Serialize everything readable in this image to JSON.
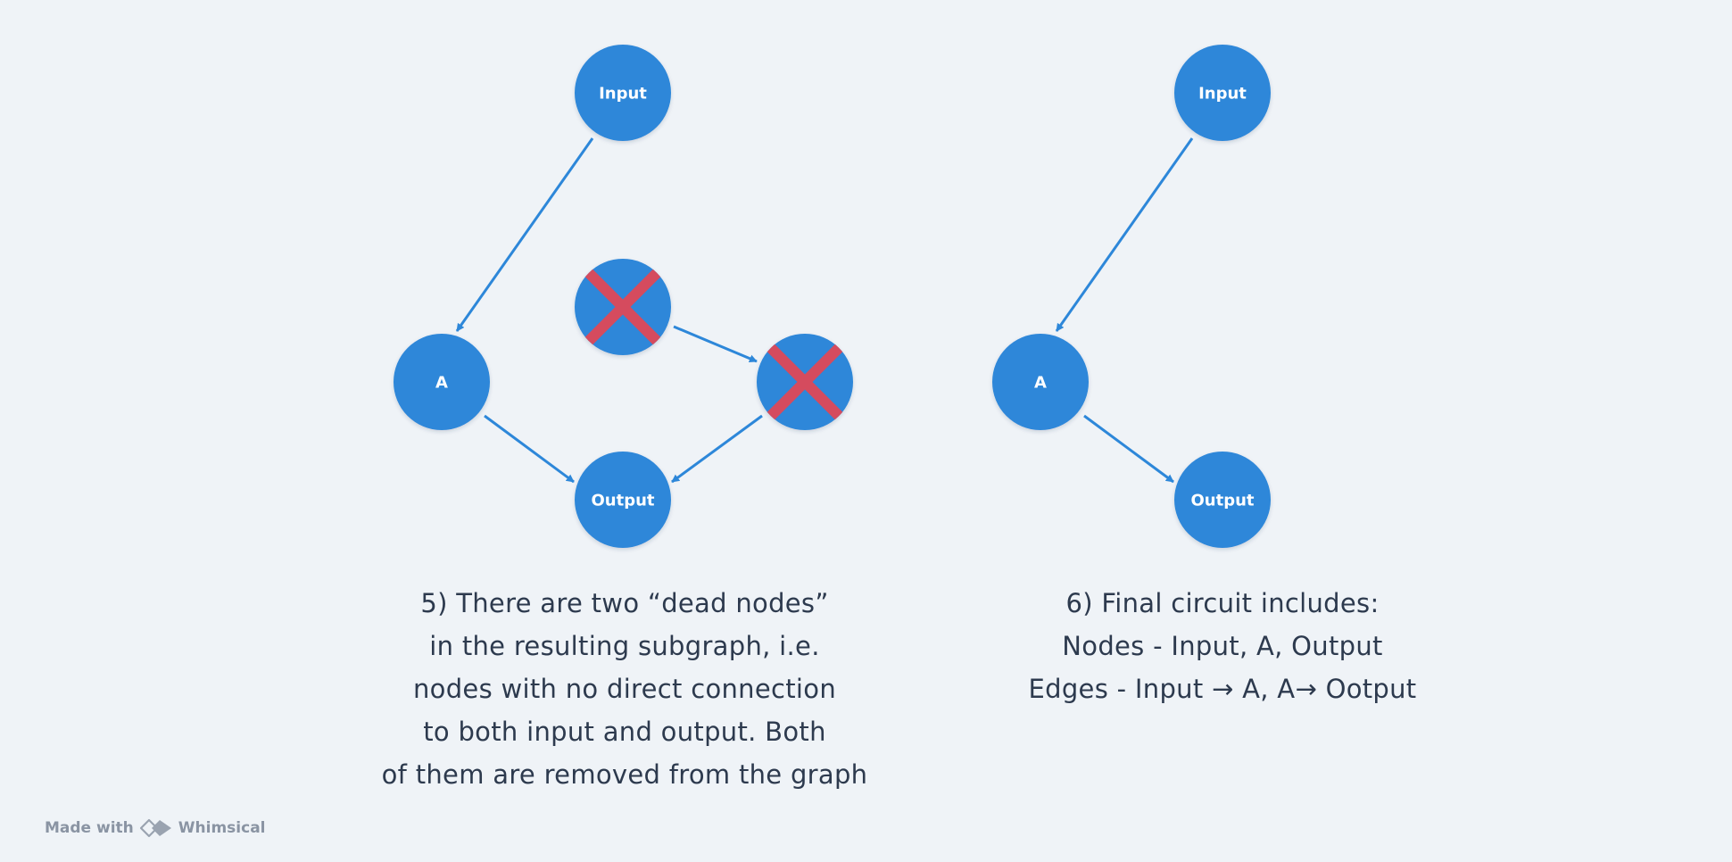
{
  "diagrams": {
    "left": {
      "nodes": {
        "input": "Input",
        "a": "A",
        "output": "Output",
        "dead_1": "",
        "dead_2": ""
      }
    },
    "right": {
      "nodes": {
        "input": "Input",
        "a": "A",
        "output": "Output"
      }
    }
  },
  "captions": {
    "left": [
      "5) There are two “dead nodes”",
      "in the resulting subgraph, i.e.",
      "nodes with no direct connection",
      "to both input and output. Both",
      "of them are removed from the graph"
    ],
    "right": [
      "6) Final circuit includes:",
      "Nodes - Input, A, Output",
      "Edges - Input → A, A→ Ootput"
    ]
  },
  "footer": {
    "made_with": "Made with",
    "brand": "Whimsical"
  },
  "colors": {
    "background": "#eff3f7",
    "node_fill": "#2d87d9",
    "edge": "#2d87d9",
    "cross": "#d54b5e",
    "text": "#2d3a4e",
    "footer_text": "#8a94a3"
  }
}
